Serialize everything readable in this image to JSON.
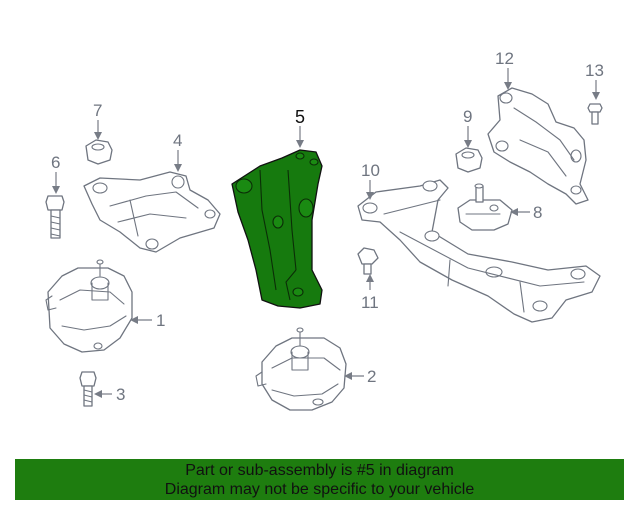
{
  "diagram": {
    "highlight_color": "#1e7d0f",
    "callouts": {
      "c1": "1",
      "c2": "2",
      "c3": "3",
      "c4": "4",
      "c5": "5",
      "c6": "6",
      "c7": "7",
      "c8": "8",
      "c9": "9",
      "c10": "10",
      "c11": "11",
      "c12": "12",
      "c13": "13"
    },
    "parts": {
      "c1": "engine-mount",
      "c2": "engine-mount",
      "c3": "bolt",
      "c4": "bracket",
      "c5": "bracket",
      "c6": "bolt",
      "c7": "nut",
      "c8": "transmission-mount",
      "c9": "nut",
      "c10": "crossmember",
      "c11": "bolt",
      "c12": "bracket",
      "c13": "bolt"
    }
  },
  "banner": {
    "line1": "Part or sub-assembly is #5 in diagram",
    "line2": "Diagram may not be specific to your vehicle"
  }
}
